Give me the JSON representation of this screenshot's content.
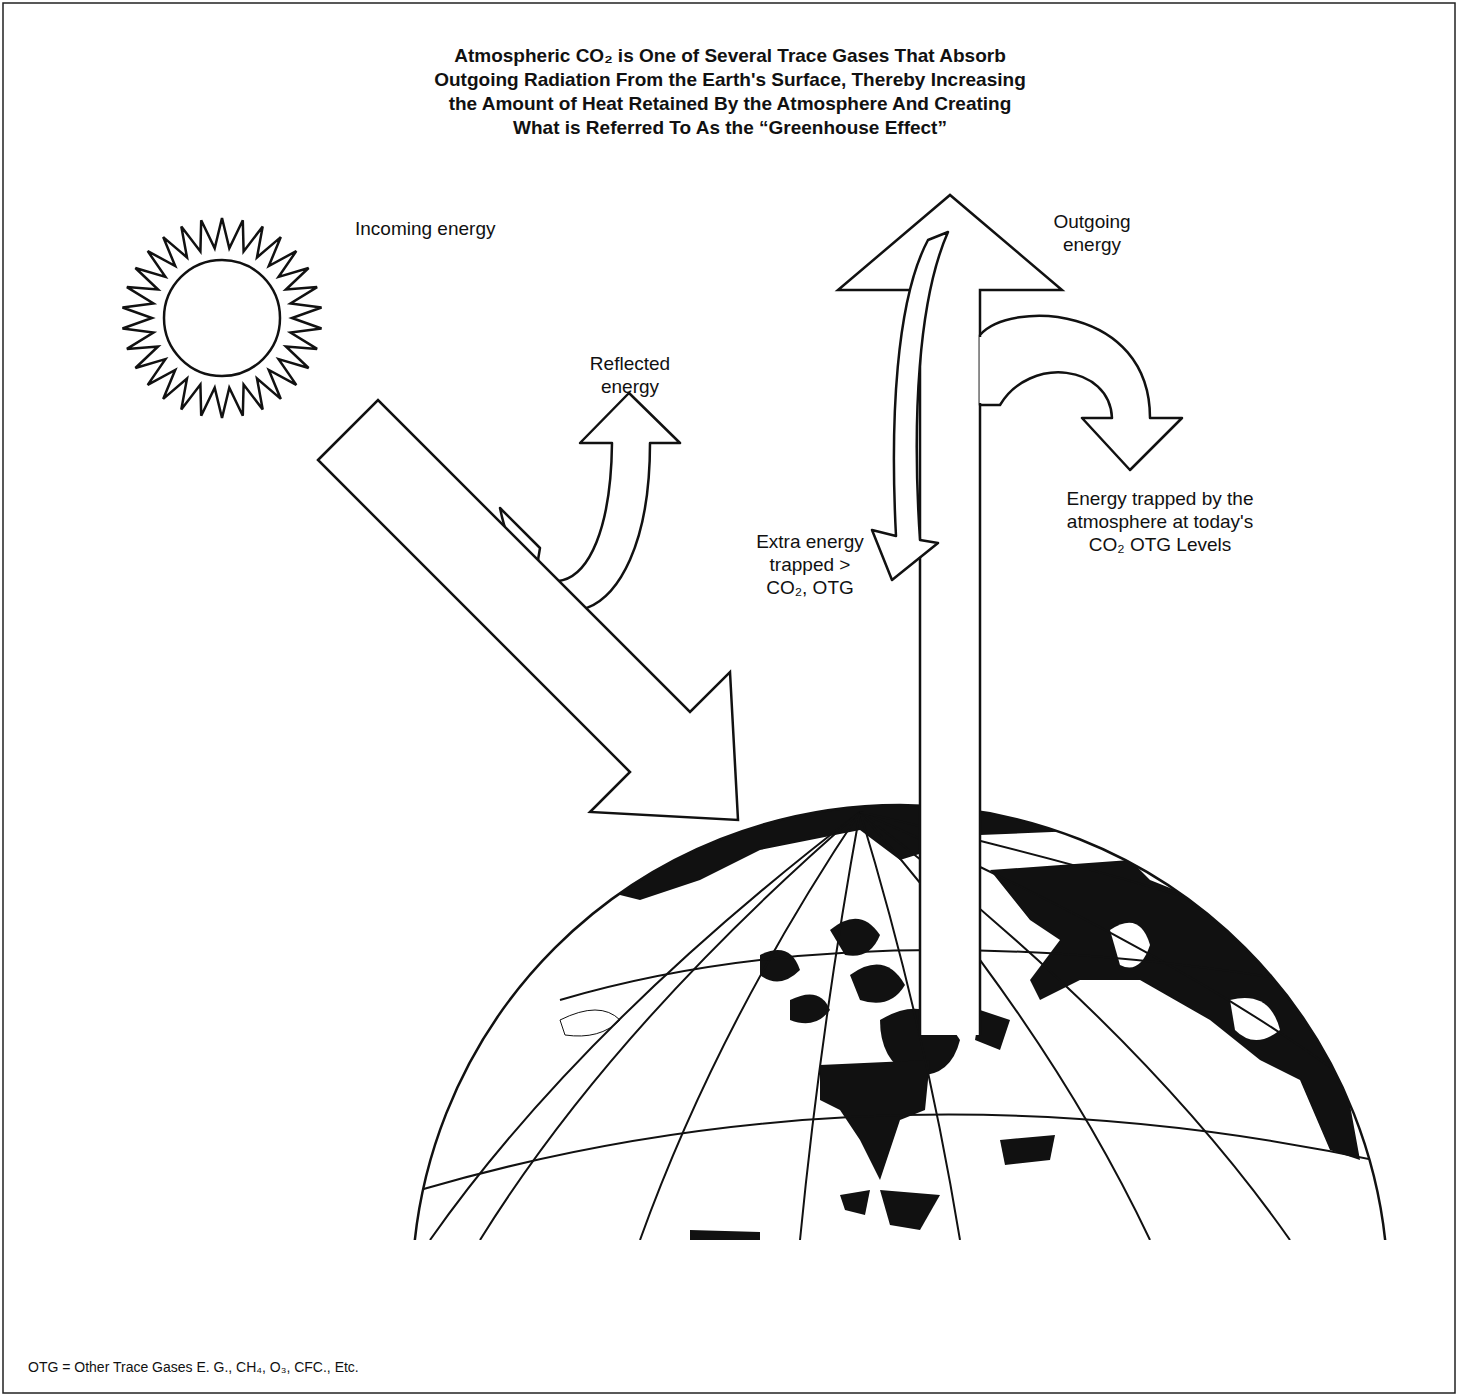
{
  "diagram": {
    "title": "Atmospheric CO₂ is One of Several Trace Gases That Absorb Outgoing Radiation From the Earth's Surface, Thereby Increasing the Amount of Heat Retained By the Atmosphere And Creating What is Referred To As the “Greenhouse Effect”",
    "labels": [
      "Incoming energy",
      "Reflected energy",
      "Outgoing energy",
      "Extra energy trapped > CO₂, OTG",
      "Energy trapped by the atmosphere at today's CO₂ OTG Levels",
      "OTG = Other Trace Gases E. G., CH₄, O₃, CFC., Etc."
    ]
  }
}
